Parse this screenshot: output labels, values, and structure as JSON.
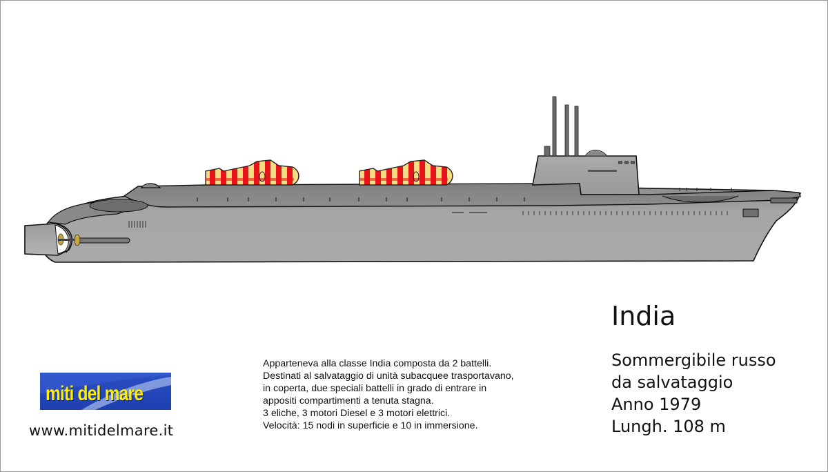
{
  "ship": {
    "name": "India",
    "details": [
      "Sommergibile russo",
      "da salvataggio",
      "Anno 1979",
      "Lungh. 108 m"
    ]
  },
  "description": [
    "Apparteneva alla classe India composta da 2 battelli.",
    "Destinati al salvataggio di unità subacquee trasportavano,",
    "in coperta, due speciali battelli in grado di entrare in",
    "appositi compartimenti a tenuta stagna.",
    "3 eliche, 3 motori Diesel e 3 motori elettrici.",
    "Velocità: 15 nodi in superficie e 10 in immersione."
  ],
  "brand": {
    "logo_text": "miti del mare",
    "website": "www.mitidelmare.it"
  },
  "colors": {
    "hull": "#9e9e9e",
    "hull_dark": "#7a7a7a",
    "rescue_red": "#e8141c",
    "rescue_yellow": "#f7dc84",
    "logo_blue": "#2a4fc4",
    "logo_text": "#ffee00"
  }
}
